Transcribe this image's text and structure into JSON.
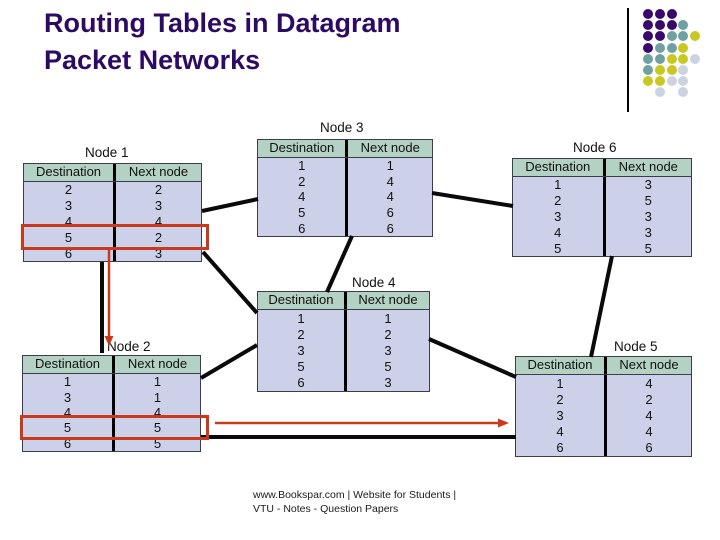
{
  "slide": {
    "title_line1": "Routing Tables in Datagram",
    "title_line2": "Packet Networks",
    "footer_line1": "www.Bookspar.com | Website for Students |",
    "footer_line2": "VTU - Notes - Question Papers"
  },
  "colors": {
    "title_text": "#2d0a63",
    "table_header_bg": "#b3d2c4",
    "table_body_bg": "#ccd0e8",
    "highlight_red": "#c9391b",
    "link_black": "#0a0a0a",
    "dots": {
      "P": "#38086b",
      "T": "#6fa1a3",
      "Y": "#c9c721",
      "G": "#ccd3e0"
    }
  },
  "tables": {
    "node1": {
      "title": "Node 1",
      "columns": [
        "Destination",
        "Next node"
      ],
      "rows": [
        [
          "2",
          "2"
        ],
        [
          "3",
          "3"
        ],
        [
          "4",
          "4"
        ],
        [
          "5",
          "2"
        ],
        [
          "6",
          "3"
        ]
      ],
      "highlighted_row_index": 3
    },
    "node2": {
      "title": "Node 2",
      "columns": [
        "Destination",
        "Next node"
      ],
      "rows": [
        [
          "1",
          "1"
        ],
        [
          "3",
          "1"
        ],
        [
          "4",
          "4"
        ],
        [
          "5",
          "5"
        ],
        [
          "6",
          "5"
        ]
      ],
      "highlighted_row_index": 3
    },
    "node3": {
      "title": "Node 3",
      "columns": [
        "Destination",
        "Next node"
      ],
      "rows": [
        [
          "1",
          "1"
        ],
        [
          "2",
          "4"
        ],
        [
          "4",
          "4"
        ],
        [
          "5",
          "6"
        ],
        [
          "6",
          "6"
        ]
      ]
    },
    "node4": {
      "title": "Node 4",
      "columns": [
        "Destination",
        "Next node"
      ],
      "rows": [
        [
          "1",
          "1"
        ],
        [
          "2",
          "2"
        ],
        [
          "3",
          "3"
        ],
        [
          "5",
          "5"
        ],
        [
          "6",
          "3"
        ]
      ]
    },
    "node5": {
      "title": "Node 5",
      "columns": [
        "Destination",
        "Next node"
      ],
      "rows": [
        [
          "1",
          "4"
        ],
        [
          "2",
          "2"
        ],
        [
          "3",
          "4"
        ],
        [
          "4",
          "4"
        ],
        [
          "6",
          "6"
        ]
      ]
    },
    "node6": {
      "title": "Node 6",
      "columns": [
        "Destination",
        "Next node"
      ],
      "rows": [
        [
          "1",
          "3"
        ],
        [
          "2",
          "5"
        ],
        [
          "3",
          "3"
        ],
        [
          "4",
          "3"
        ],
        [
          "5",
          "5"
        ]
      ]
    }
  },
  "network_links": [
    "1-2",
    "1-3",
    "1-4",
    "2-4",
    "2-5",
    "3-4",
    "3-6",
    "4-5",
    "5-6"
  ],
  "decoration": {
    "dots_pattern": [
      "PPP..",
      "PPPT.",
      "PPTTY",
      "PTTY.",
      "TTYYG",
      "TYYG.",
      "YYGG.",
      ".G.G."
    ]
  }
}
